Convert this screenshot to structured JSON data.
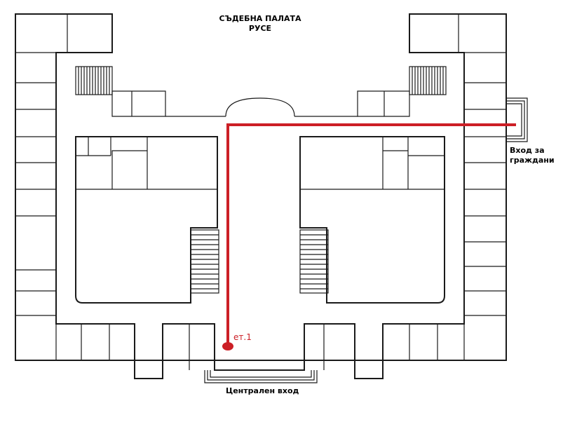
{
  "title": {
    "line1": "СЪДЕБНА ПАЛАТА",
    "line2": "РУСЕ"
  },
  "labels": {
    "side_entrance_line1": "Вход за",
    "side_entrance_line2": "граждани",
    "main_entrance": "Централен вход",
    "floor": "ет.1"
  },
  "colors": {
    "route": "#cc1f26",
    "walls": "#1a1a1a",
    "background": "#ffffff"
  }
}
